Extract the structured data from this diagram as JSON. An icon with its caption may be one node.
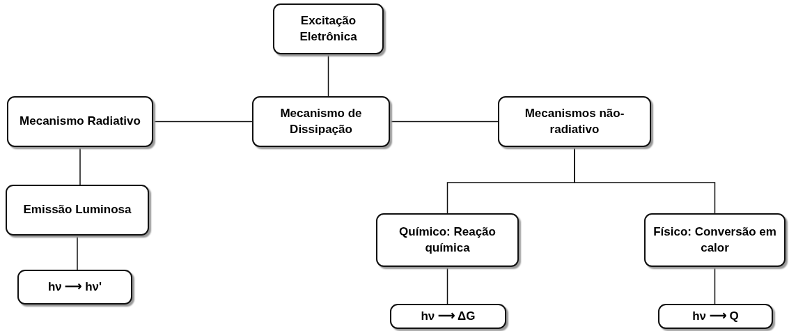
{
  "diagram": {
    "nodes": [
      {
        "text": [
          "Excitação Eletrônica"
        ]
      },
      {
        "text": [
          "Mecanismo Radiativo"
        ]
      },
      {
        "text": [
          "Mecanismo de Dissipação"
        ]
      },
      {
        "text": [
          "Mecanismos não-radiativo"
        ]
      },
      {
        "text": [
          "Emissão Luminosa"
        ]
      },
      {
        "text": [
          "Químico: Reação química"
        ]
      },
      {
        "text": [
          "Físico: Conversão em calor"
        ]
      },
      {
        "text": [
          "hν ⟶ hν'"
        ]
      },
      {
        "text": [
          "hν ⟶ ΔG"
        ]
      },
      {
        "text": [
          "hν ⟶ Q"
        ]
      }
    ],
    "edges": [
      {
        "from": 0,
        "to": 2,
        "arrow": "none"
      },
      {
        "from": 2,
        "to": 1,
        "arrow": "none"
      },
      {
        "from": 2,
        "to": 3,
        "arrow": "none"
      },
      {
        "from": 1,
        "to": 4,
        "arrow": "none"
      },
      {
        "from": 4,
        "to": 7,
        "arrow": "none"
      },
      {
        "from": 3,
        "to": 5,
        "arrow": "none"
      },
      {
        "from": 3,
        "to": 6,
        "arrow": "none"
      },
      {
        "from": 5,
        "to": 8,
        "arrow": "none"
      },
      {
        "from": 6,
        "to": 9,
        "arrow": "none"
      }
    ]
  }
}
